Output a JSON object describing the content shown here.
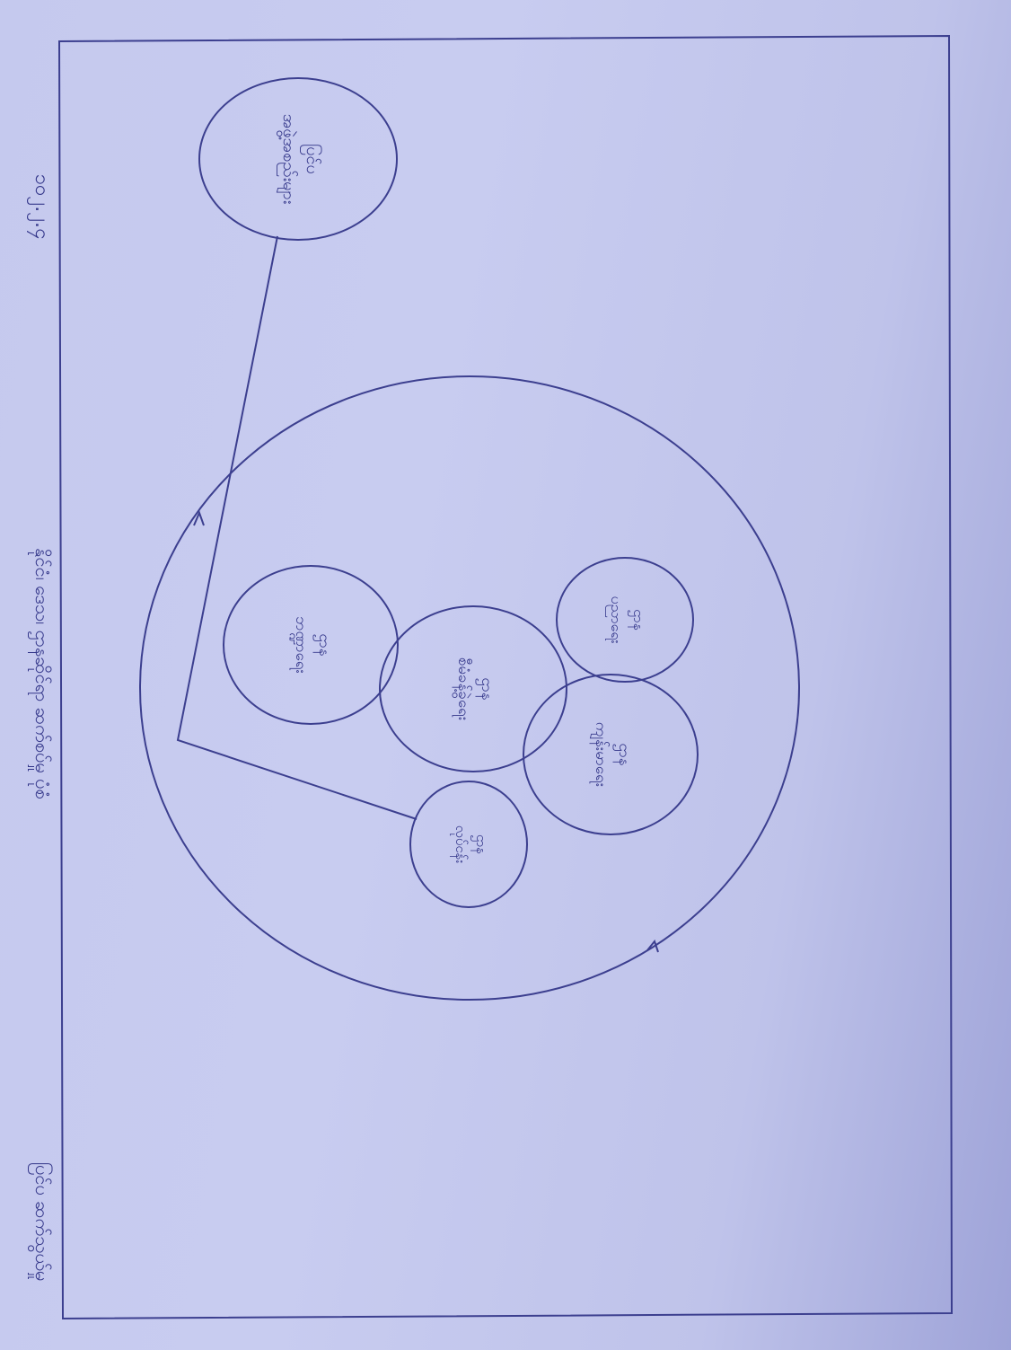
{
  "diagram": {
    "header": {
      "date": "၁၀၂.၂.၄",
      "title": "နိုင်ငံ၊ ဒေသ၊ ဌာနဆိုင်ရာ ဆက်စပ်မှု ပုံစံ",
      "footer": "ပြင်ပ ဆက်သွယ်မှု"
    },
    "outer_node": {
      "line1": "ပြင်ပ",
      "line2": "အဖွဲ့အစည်းများ"
    },
    "inner_nodes": [
      {
        "line1": "ဌာန",
        "line2": "ဘဏ္ဍာရေး"
      },
      {
        "line1": "ဌာန",
        "line2": "စီမံခန့်ခွဲရေး"
      },
      {
        "line1": "ဌာန",
        "line2": "ပညာရေး"
      },
      {
        "line1": "ဌာန",
        "line2": "ကျန်းမာရေး"
      },
      {
        "line1": "ဌာန",
        "line2": "လုပ်ငန်း"
      }
    ]
  }
}
